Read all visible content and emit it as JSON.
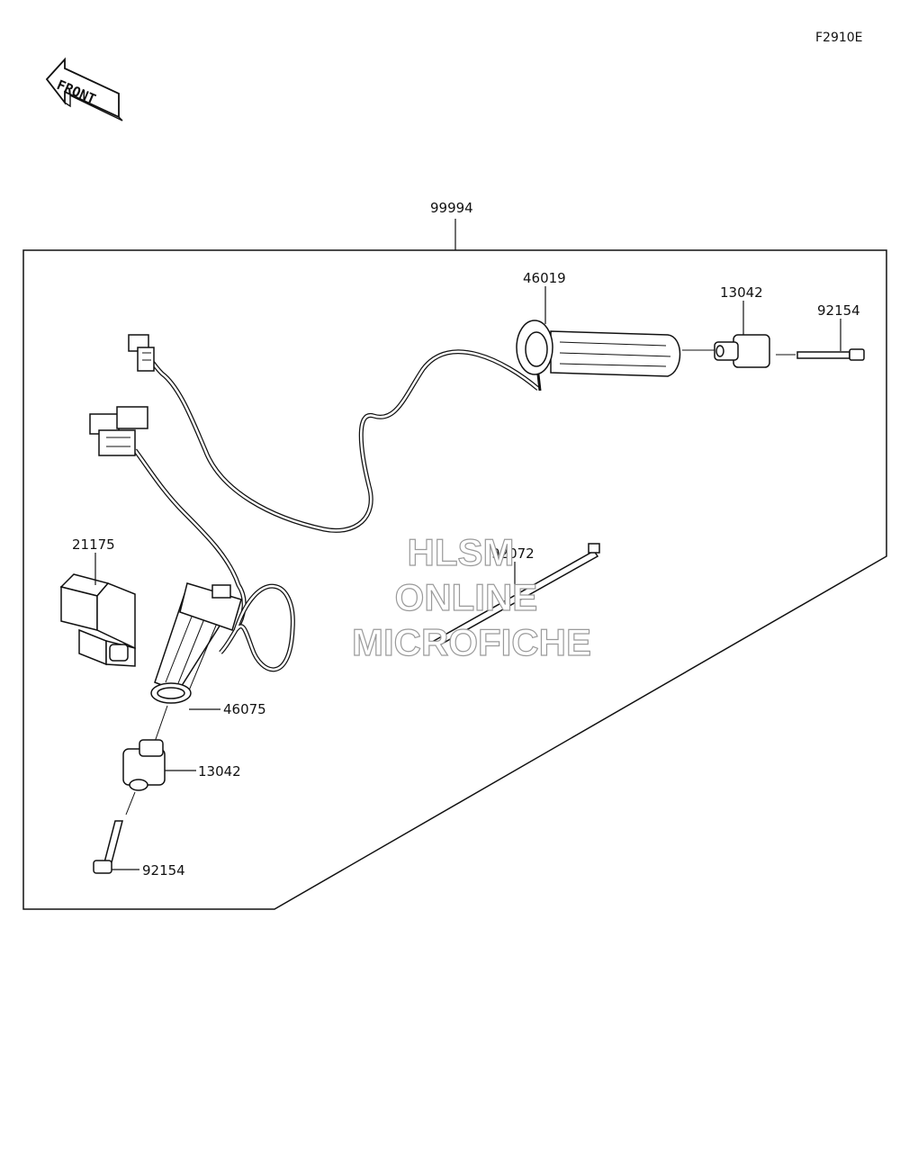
{
  "figure_code": "F2910E",
  "front_arrow": {
    "text": "FRONT",
    "icon": "front-arrow-icon"
  },
  "watermark": {
    "line1": "HLSM",
    "line2": "ONLINE",
    "line3": "MICROFICHE"
  },
  "parts": {
    "kit": "99994",
    "grip_right": "46019",
    "weight_right": "13042",
    "bolt_right": "92154",
    "connector": "21175",
    "tie": "92072",
    "grip_left": "46075",
    "weight_left": "13042",
    "bolt_left": "92154"
  }
}
